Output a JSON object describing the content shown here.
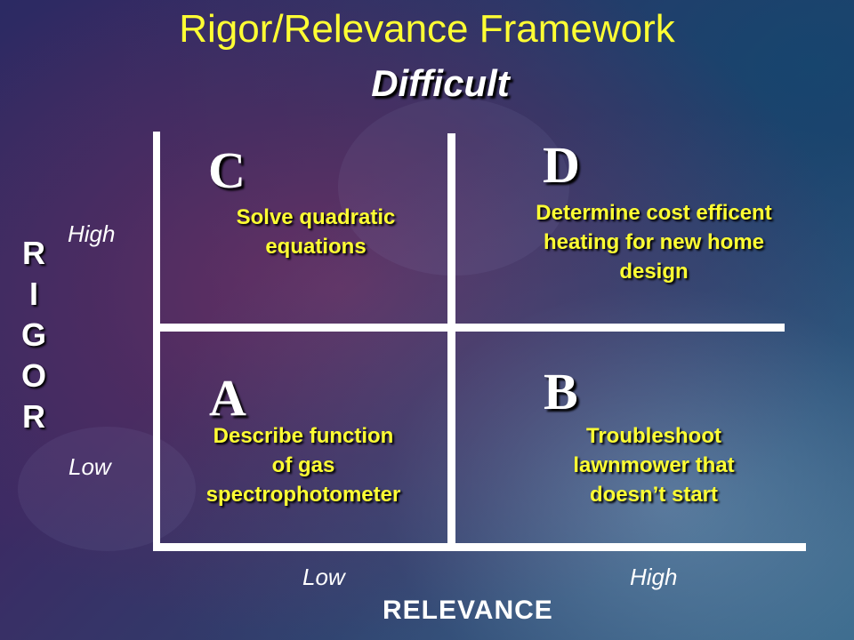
{
  "title": "Rigor/Relevance Framework",
  "subtitle": "Difficult",
  "quadrants": {
    "C": {
      "letter": "C",
      "text_lines": [
        "Solve quadratic",
        "equations"
      ]
    },
    "D": {
      "letter": "D",
      "text_lines": [
        "Determine cost efficent",
        "heating for new home",
        "design"
      ]
    },
    "A": {
      "letter": "A",
      "text_lines": [
        "Describe function",
        "of  gas",
        "spectrophotometer"
      ]
    },
    "B": {
      "letter": "B",
      "text_lines": [
        "Troubleshoot",
        "lawnmower that",
        "doesn’t start"
      ]
    }
  },
  "rigor_axis": {
    "letters": [
      "R",
      "I",
      "G",
      "O",
      "R"
    ],
    "high": "High",
    "low": "Low"
  },
  "relevance_axis": {
    "label": "RELEVANCE",
    "low": "Low",
    "high": "High"
  },
  "colors": {
    "heading": "#ffff33",
    "quadrant_text": "#ffff33",
    "lines": "#ffffff"
  }
}
